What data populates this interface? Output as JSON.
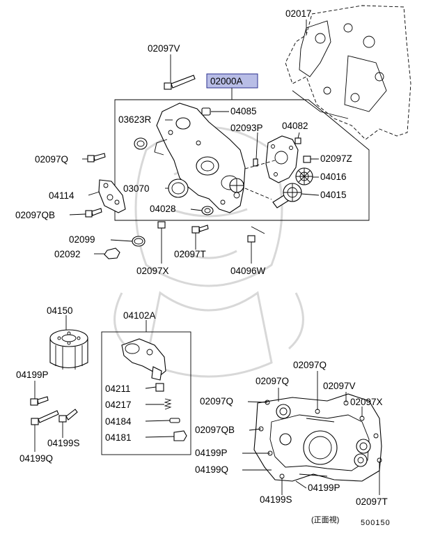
{
  "callouts": {
    "c02017": "02017",
    "c02097V_top": "02097V",
    "c02000A": "02000A",
    "c03623R": "03623R",
    "c04085": "04085",
    "c02093P": "02093P",
    "c04082": "04082",
    "c02097Q_left": "02097Q",
    "c02097Z": "02097Z",
    "c04016": "04016",
    "c04114": "04114",
    "c03070": "03070",
    "c04015": "04015",
    "c02097QB_left": "02097QB",
    "c04028": "04028",
    "c02099": "02099",
    "c02092": "02092",
    "c02097T_mid": "02097T",
    "c02097X_mid": "02097X",
    "c04096W": "04096W",
    "c04150": "04150",
    "c04102A": "04102A",
    "c04211": "04211",
    "c04217": "04217",
    "c04184": "04184",
    "c04181": "04181",
    "c04199P_left": "04199P",
    "c04199S_left": "04199S",
    "c04199Q_left": "04199Q",
    "c02097Q_b1": "02097Q",
    "c02097Q_b2": "02097Q",
    "c02097Q_b3": "02097Q",
    "c02097V_b": "02097V",
    "c02097X_b": "02097X",
    "c02097QB_b": "02097QB",
    "c04199P_b1": "04199P",
    "c04199Q_b": "04199Q",
    "c04199P_b2": "04199P",
    "c04199S_b": "04199S",
    "c02097T_b": "02097T"
  },
  "footer": {
    "view_label": "(正面視)",
    "diagram_number": "500150"
  },
  "colors": {
    "highlight_fill": "#b8bde6",
    "highlight_border": "#2a2f8f",
    "watermark": "#d8d8d8"
  }
}
